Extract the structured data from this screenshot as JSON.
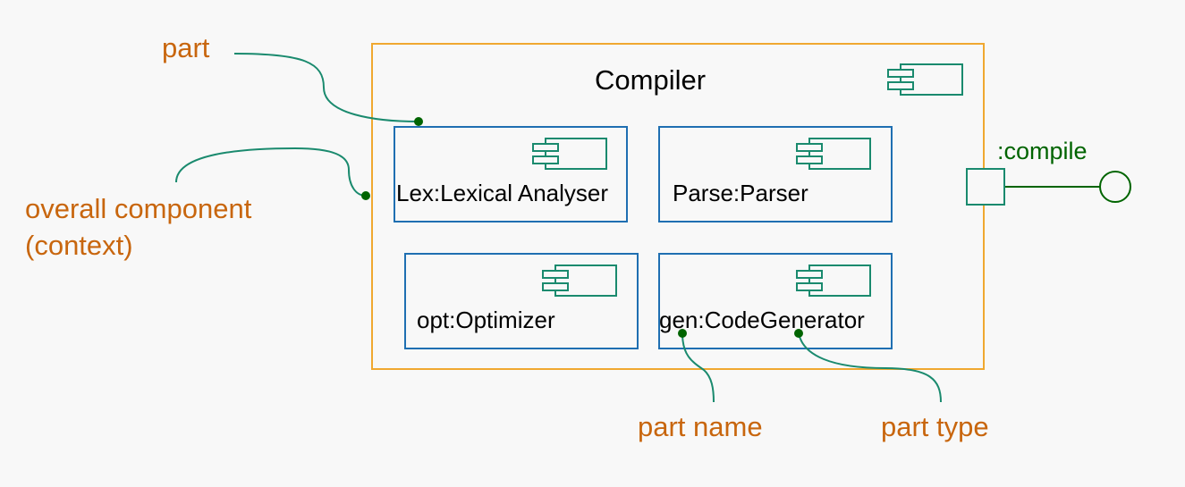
{
  "component": {
    "title": "Compiler"
  },
  "parts": [
    {
      "label": "Lex:Lexical Analyser"
    },
    {
      "label": "Parse:Parser"
    },
    {
      "label": "opt:Optimizer"
    },
    {
      "label": "gen:CodeGenerator"
    }
  ],
  "port": {
    "label": ":compile"
  },
  "annotations": {
    "part": "part",
    "overall_line1": "overall component",
    "overall_line2": "(context)",
    "part_name": "part name",
    "part_type": "part type"
  },
  "colors": {
    "outer_border": "#f0a830",
    "part_border": "#1f6fb2",
    "annotation_text": "#c8660e",
    "leader_line": "#1a8a6e",
    "endpoint_dot": "#006400",
    "port_label": "#006400"
  }
}
